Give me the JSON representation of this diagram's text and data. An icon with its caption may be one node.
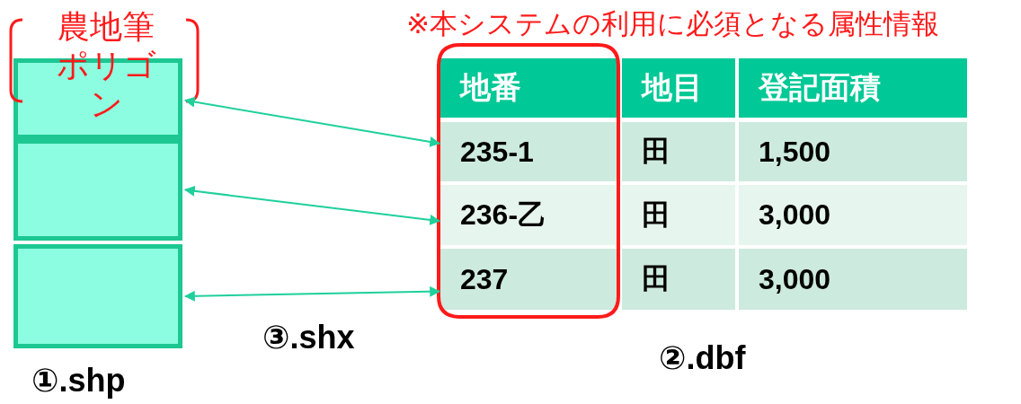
{
  "diagram": {
    "nodes": [
      {
        "text": [],
        "shape": "box"
      },
      {
        "text": [],
        "shape": "box"
      },
      {
        "text": [],
        "shape": "box"
      },
      {
        "text": [
          "235-1"
        ]
      },
      {
        "text": [
          "236-乙"
        ]
      },
      {
        "text": [
          "237"
        ]
      }
    ],
    "edges": [
      {
        "from": 0,
        "to": 3,
        "arrow": "both"
      },
      {
        "from": 1,
        "to": 4,
        "arrow": "both"
      },
      {
        "from": 2,
        "to": 5,
        "arrow": "both"
      }
    ],
    "labels": [
      "※本システムの利用に必須となる属性情報",
      "農地筆ポリゴン",
      "地番",
      "地目",
      "登記面積",
      "田",
      "1,500",
      "田",
      "3,000",
      "田",
      "3,000",
      "③.shx",
      "②.dbf",
      "①.shp"
    ]
  }
}
